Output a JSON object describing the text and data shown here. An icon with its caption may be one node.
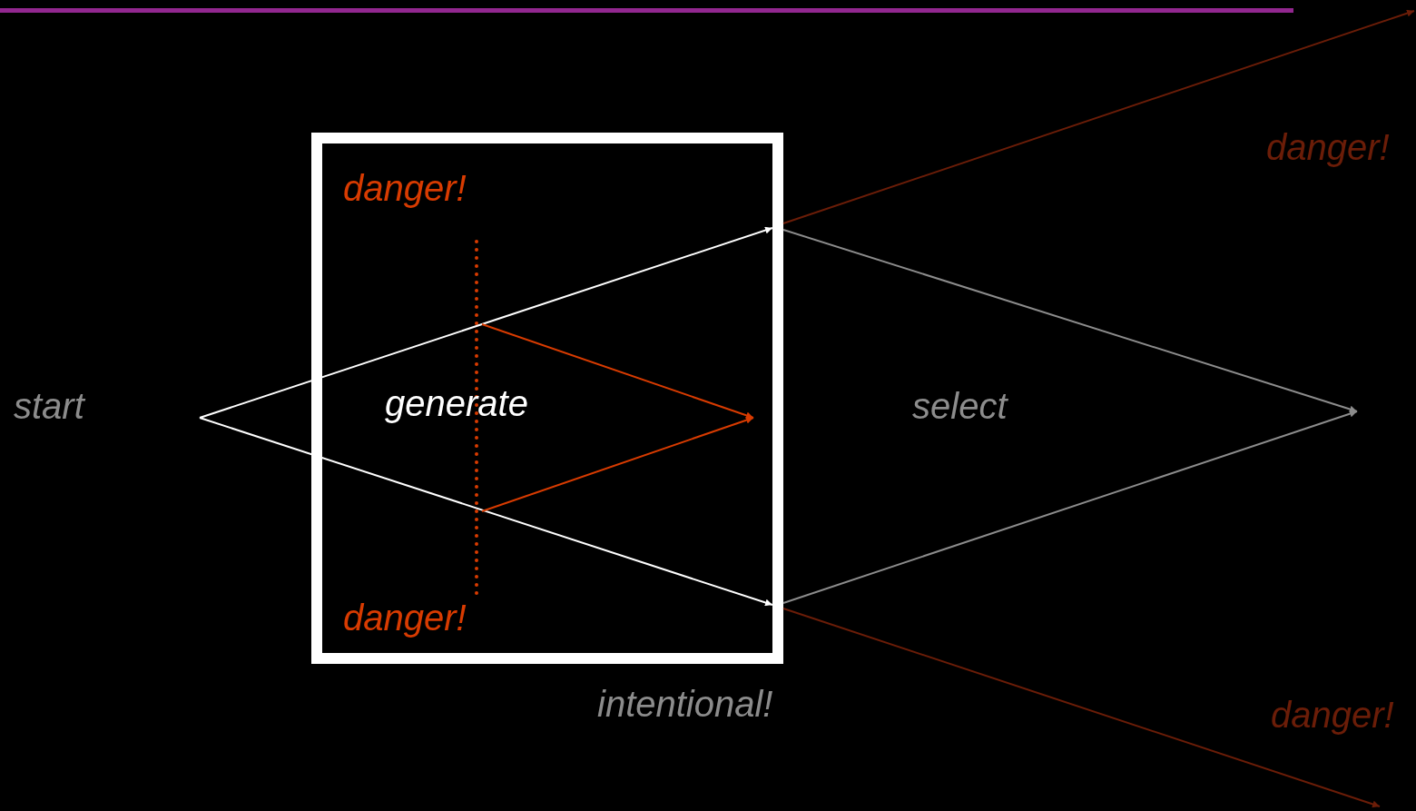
{
  "diagram": {
    "nodes": [
      {
        "text": [
          "danger!",
          "generate",
          "danger!"
        ],
        "beside": [
          "intentional!"
        ]
      },
      {
        "text": [],
        "shape": "line",
        "in": 0
      }
    ],
    "edges": [
      {
        "from": null,
        "to": 0,
        "arrow": "to",
        "color": "#ffffff"
      },
      {
        "from": null,
        "to": 0,
        "arrow": "to",
        "color": "#ffffff"
      },
      {
        "from": 1,
        "to": 0,
        "arrow": "to",
        "color": "#d83b01"
      },
      {
        "from": 1,
        "to": 0,
        "arrow": "to",
        "color": "#d83b01"
      },
      {
        "from": 0,
        "to": null,
        "arrow": "to",
        "color": "#8c8c8c"
      },
      {
        "from": 0,
        "to": null,
        "arrow": "to",
        "color": "#8c8c8c"
      },
      {
        "from": 0,
        "to": null,
        "arrow": "to",
        "color": "#6b1d08",
        "label": "danger!"
      },
      {
        "from": 0,
        "to": null,
        "arrow": "to",
        "color": "#6b1d08",
        "label": "danger!"
      }
    ],
    "labels": [
      "start",
      "select"
    ]
  }
}
